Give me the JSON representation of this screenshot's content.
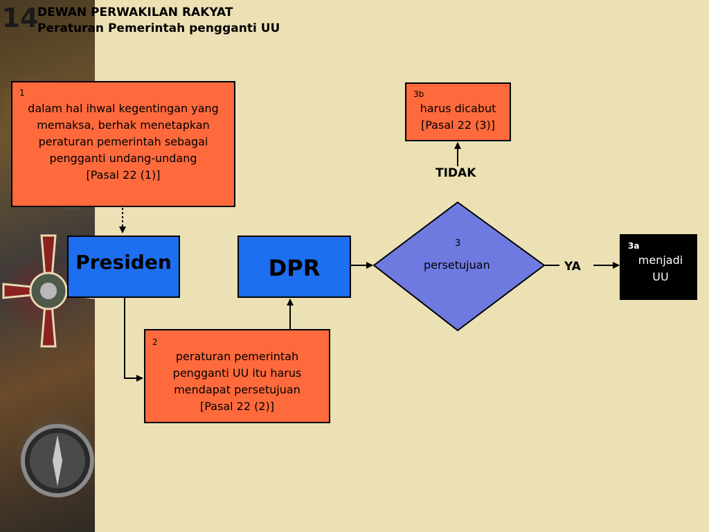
{
  "header": {
    "slide_number": "14",
    "title": "DEWAN PERWAKILAN RAKYAT",
    "subtitle": "Peraturan Pemerintah pengganti UU"
  },
  "nodes": {
    "step1": {
      "number": "1",
      "lines": [
        "dalam hal ihwal kegentingan yang",
        "memaksa, berhak menetapkan",
        "peraturan pemerintah sebagai",
        "pengganti undang-undang",
        "[Pasal 22 (1)]"
      ]
    },
    "presiden": {
      "label": "Presiden"
    },
    "dpr": {
      "label": "DPR"
    },
    "step2": {
      "number": "2",
      "lines": [
        "peraturan pemerintah",
        "pengganti UU itu harus",
        "mendapat persetujuan",
        "[Pasal 22 (2)]"
      ]
    },
    "step3": {
      "number": "3",
      "label": "persetujuan"
    },
    "step3b": {
      "number": "3b",
      "lines": [
        "harus dicabut",
        "[Pasal 22 (3)]"
      ]
    },
    "step3a": {
      "number": "3a",
      "lines": [
        "menjadi",
        "UU"
      ]
    }
  },
  "edges": {
    "no_label": "TIDAK",
    "yes_label": "YA"
  },
  "colors": {
    "orange": "#ff6a3d",
    "blue": "#1e6ef0",
    "diamond": "#6f7ae0",
    "background": "#ebe1b5"
  }
}
